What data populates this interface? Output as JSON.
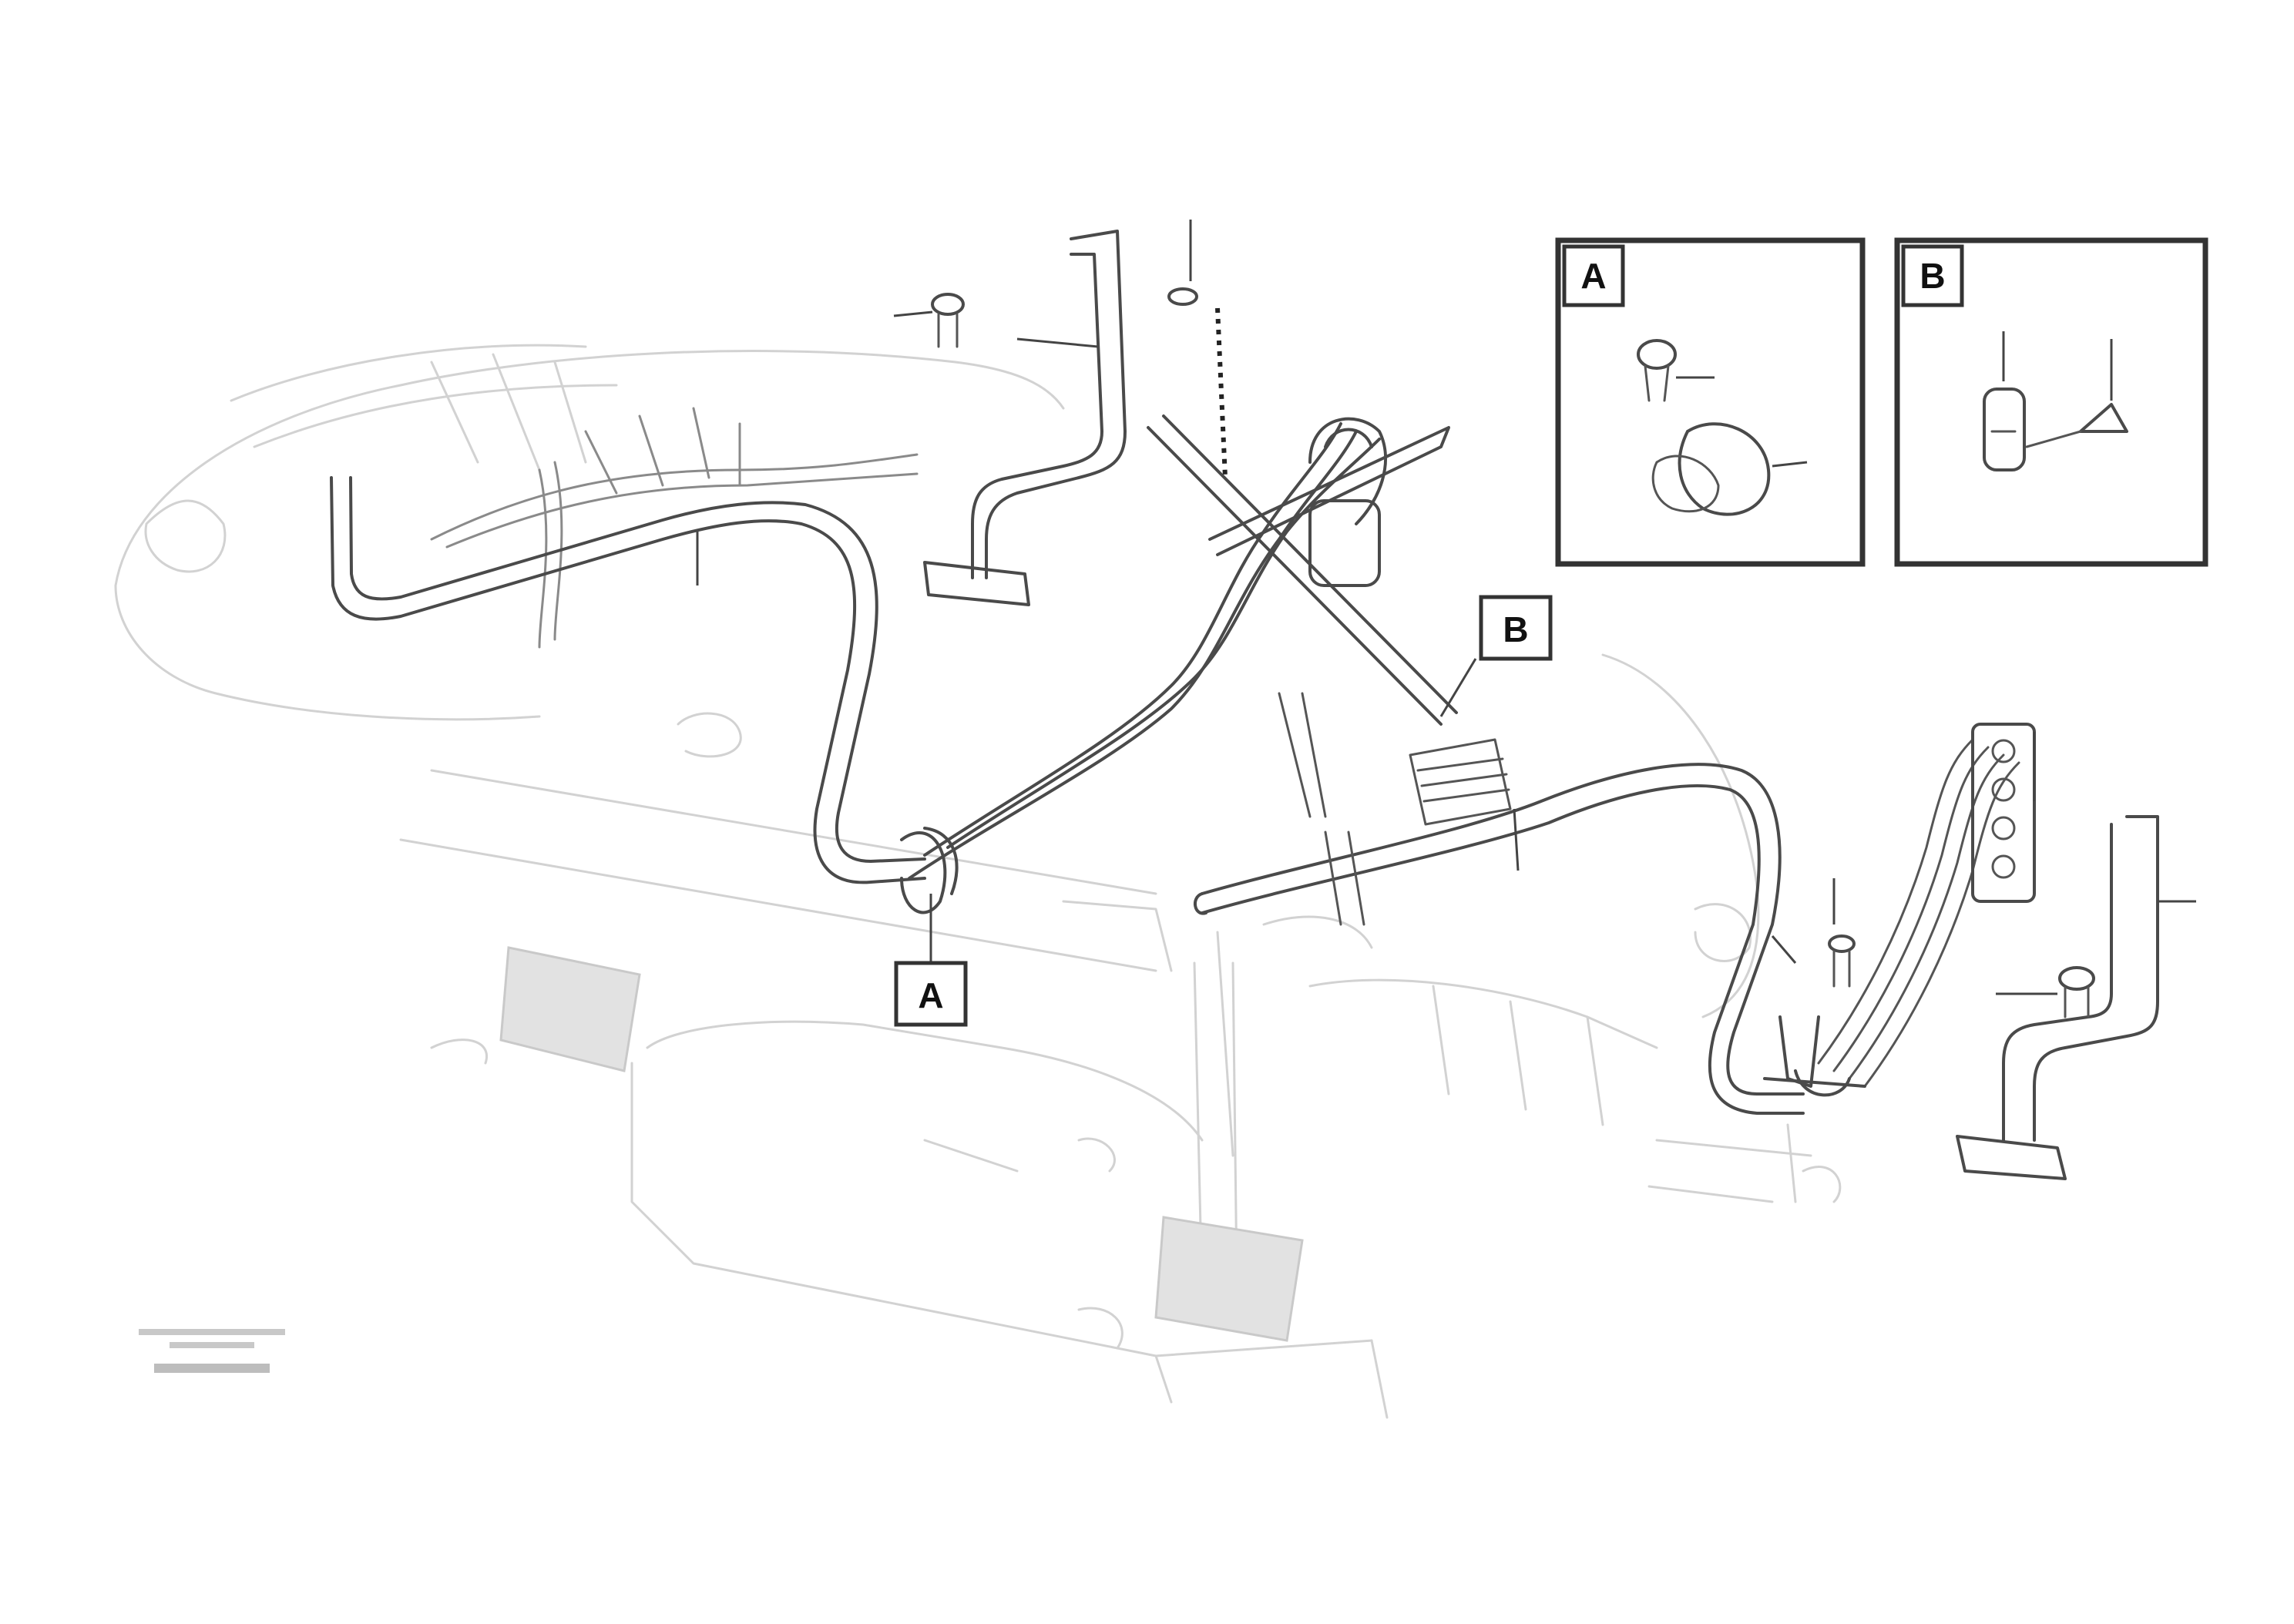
{
  "reference_labels": {
    "a": "A",
    "b": "B"
  },
  "detail_views": {
    "a": {
      "label": "A"
    },
    "b": {
      "label": "B"
    }
  }
}
